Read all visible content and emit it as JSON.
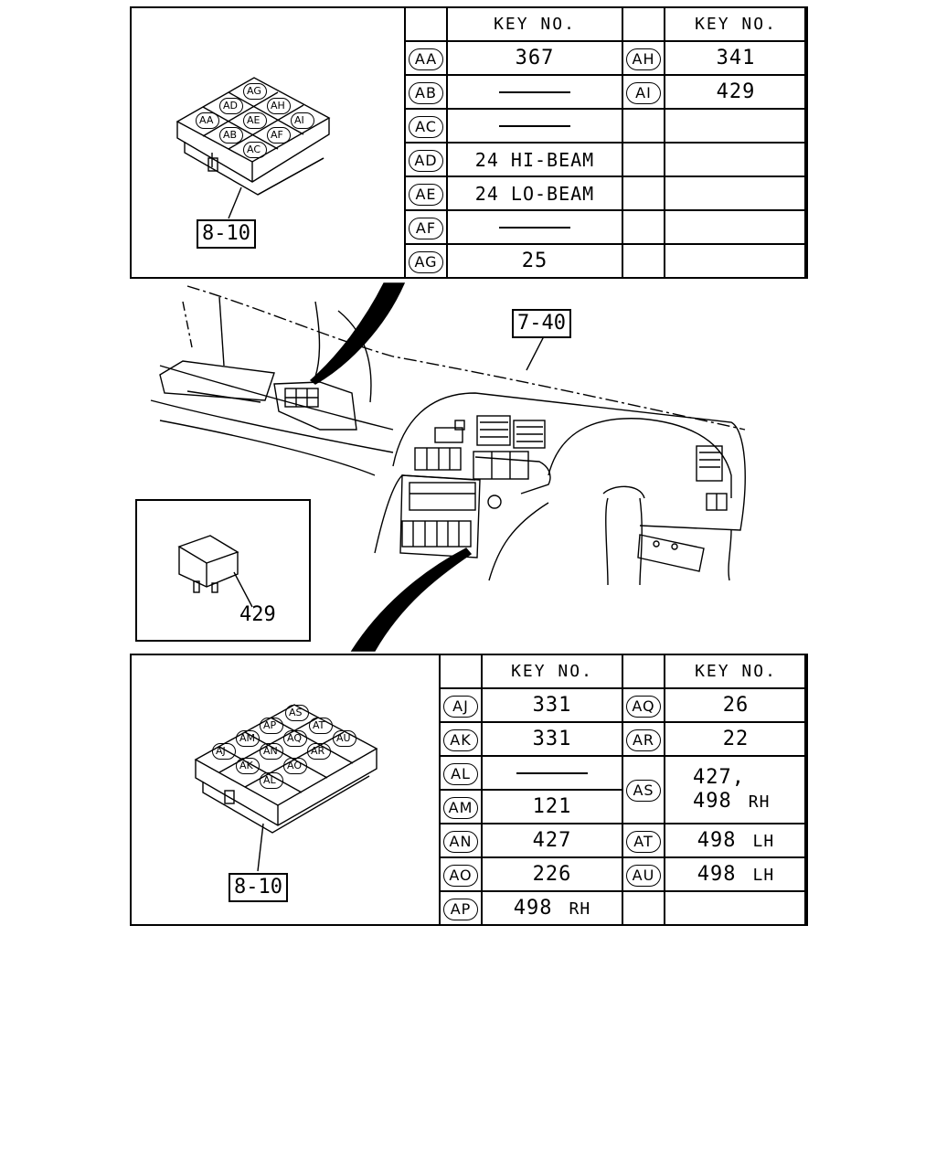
{
  "top_panel": {
    "connector_ref": "8-10",
    "header": [
      "KEY NO.",
      "KEY NO."
    ],
    "rows": [
      {
        "code1": "AA",
        "val1": "367",
        "code2": "AH",
        "val2": "341"
      },
      {
        "code1": "AB",
        "val1": "—",
        "code2": "AI",
        "val2": "429"
      },
      {
        "code1": "AC",
        "val1": "—",
        "code2": "",
        "val2": ""
      },
      {
        "code1": "AD",
        "val1": "24 HI-BEAM",
        "code2": "",
        "val2": ""
      },
      {
        "code1": "AE",
        "val1": "24 LO-BEAM",
        "code2": "",
        "val2": ""
      },
      {
        "code1": "AF",
        "val1": "—",
        "code2": "",
        "val2": ""
      },
      {
        "code1": "AG",
        "val1": "25",
        "code2": "",
        "val2": ""
      }
    ],
    "connector_labels": [
      "AG",
      "AD",
      "AH",
      "AA",
      "AE",
      "AI",
      "AB",
      "AF",
      "AC"
    ]
  },
  "dash_ref": "7-40",
  "relay_label": "429",
  "bottom_panel": {
    "connector_ref": "8-10",
    "header": [
      "KEY NO.",
      "KEY NO."
    ],
    "left_rows": [
      {
        "code": "AJ",
        "val": "331"
      },
      {
        "code": "AK",
        "val": "331"
      },
      {
        "code": "AL",
        "val": "—"
      },
      {
        "code": "AM",
        "val": "121"
      },
      {
        "code": "AN",
        "val": "427"
      },
      {
        "code": "AO",
        "val": "226"
      },
      {
        "code": "AP",
        "val": "498",
        "suffix": "RH"
      }
    ],
    "right_rows": [
      {
        "code": "AQ",
        "val": "26"
      },
      {
        "code": "AR",
        "val": "22"
      },
      {
        "code": "AS",
        "val_line1": "427,",
        "val_line2": "498",
        "suffix": "RH"
      },
      {
        "code": "AT",
        "val": "498",
        "suffix": "LH"
      },
      {
        "code": "AU",
        "val": "498",
        "suffix": "LH"
      }
    ],
    "connector_labels": [
      "AS",
      "AP",
      "AT",
      "AM",
      "AQ",
      "AU",
      "AJ",
      "AN",
      "AR",
      "AK",
      "AO",
      "AL"
    ]
  }
}
